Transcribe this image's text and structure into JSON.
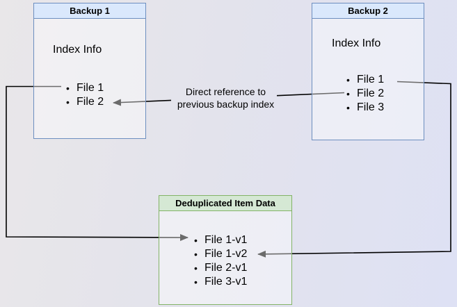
{
  "boxes": {
    "backup1": {
      "title": "Backup 1",
      "subtitle": "Index Info",
      "files": [
        "File 1",
        "File 2"
      ],
      "border_color": "#6c8ebf",
      "header_fill": "#dae8fc"
    },
    "backup2": {
      "title": "Backup 2",
      "subtitle": "Index Info",
      "files": [
        "File 1",
        "File 2",
        "File 3"
      ],
      "border_color": "#6c8ebf",
      "header_fill": "#dae8fc"
    },
    "dedup": {
      "title": "Deduplicated Item Data",
      "files": [
        "File 1-v1",
        "File 1-v2",
        "File 2-v1",
        "File 3-v1"
      ],
      "border_color": "#82b366",
      "header_fill": "#d5e8d4"
    }
  },
  "edges": [
    {
      "name": "backup1-file1-to-dedup-file1v1",
      "from": "Backup 1 / File 1",
      "to": "Deduplicated Item Data / File 1-v1"
    },
    {
      "name": "backup2-file1-to-dedup-file1v2",
      "from": "Backup 2 / File 1",
      "to": "Deduplicated Item Data / File 1-v2"
    },
    {
      "name": "backup2-file2-to-backup1-file2",
      "from": "Backup 2 / File 2",
      "to": "Backup 1 / File 2",
      "label": [
        "Direct reference to",
        "previous backup index"
      ]
    }
  ],
  "colors": {
    "arrow": "#000000",
    "background_left": "#e9e7e9",
    "background_right": "#dee1f4"
  }
}
